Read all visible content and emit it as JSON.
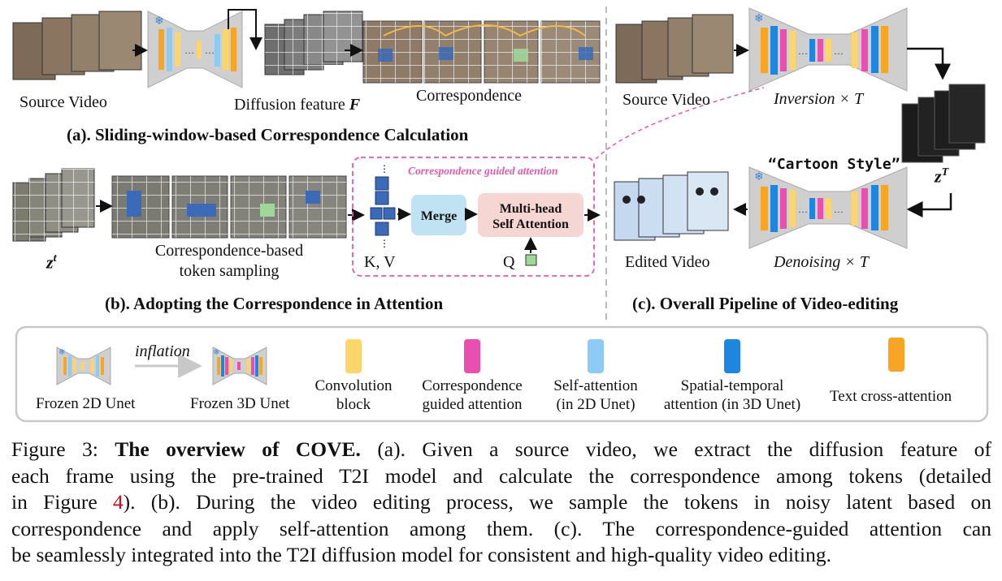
{
  "panel_a": {
    "source_video": "Source Video",
    "diffusion_feature": "Diffusion feature",
    "diffusion_feature_symbol": "F",
    "correspondence": "Correspondence",
    "title": "(a). Sliding-window-based Correspondence Calculation"
  },
  "panel_b": {
    "zt": "z",
    "zt_sup": "t",
    "token_sampling_line1": "Correspondence-based",
    "token_sampling_line2": "token sampling",
    "attn_title": "Correspondence guided attention",
    "merge": "Merge",
    "mhsa_line1": "Multi-head",
    "mhsa_line2": "Self Attention",
    "kv": "K, V",
    "q": "Q",
    "title": "(b). Adopting the Correspondence in Attention"
  },
  "panel_c": {
    "source_video": "Source Video",
    "inversion": "Inversion × T",
    "zT": "z",
    "zT_sup": "T",
    "prompt": "“Cartoon Style”",
    "edited_video": "Edited Video",
    "denoising": "Denoising × T",
    "title": "(c). Overall Pipeline of Video-editing"
  },
  "legend": {
    "inflation": "inflation",
    "frozen_2d": "Frozen 2D Unet",
    "frozen_3d": "Frozen 3D Unet",
    "conv_line1": "Convolution",
    "conv_line2": "block",
    "cga_line1": "Correspondence",
    "cga_line2": "guided attention",
    "sa_line1": "Self-attention",
    "sa_line2": "(in 2D Unet)",
    "st_line1": "Spatial-temporal",
    "st_line2": "attention (in 3D Unet)",
    "text_ca": "Text cross-attention",
    "colors": {
      "conv": "#fcd66a",
      "cga": "#e94fae",
      "self_attn": "#8ccbf4",
      "spatial_temporal": "#1f86e0",
      "text_cross": "#f8a425"
    }
  },
  "caption": {
    "figure_label": "Figure 3:",
    "bold_title": "The overview of COVE.",
    "line1_rest": "(a). Given a source video, we extract the diffusion feature of",
    "line2": "each frame using the pre-trained T2I model and calculate the correspondence among tokens (detailed",
    "line3_a": "in Figure",
    "line3_ref": "4",
    "line3_b": "). (b). During the video editing process, we sample the tokens in noisy latent based on",
    "line4": "correspondence and apply self-attention among them. (c). The correspondence-guided attention can",
    "line5": "be seamlessly integrated into the T2I diffusion model for consistent and high-quality video editing."
  }
}
